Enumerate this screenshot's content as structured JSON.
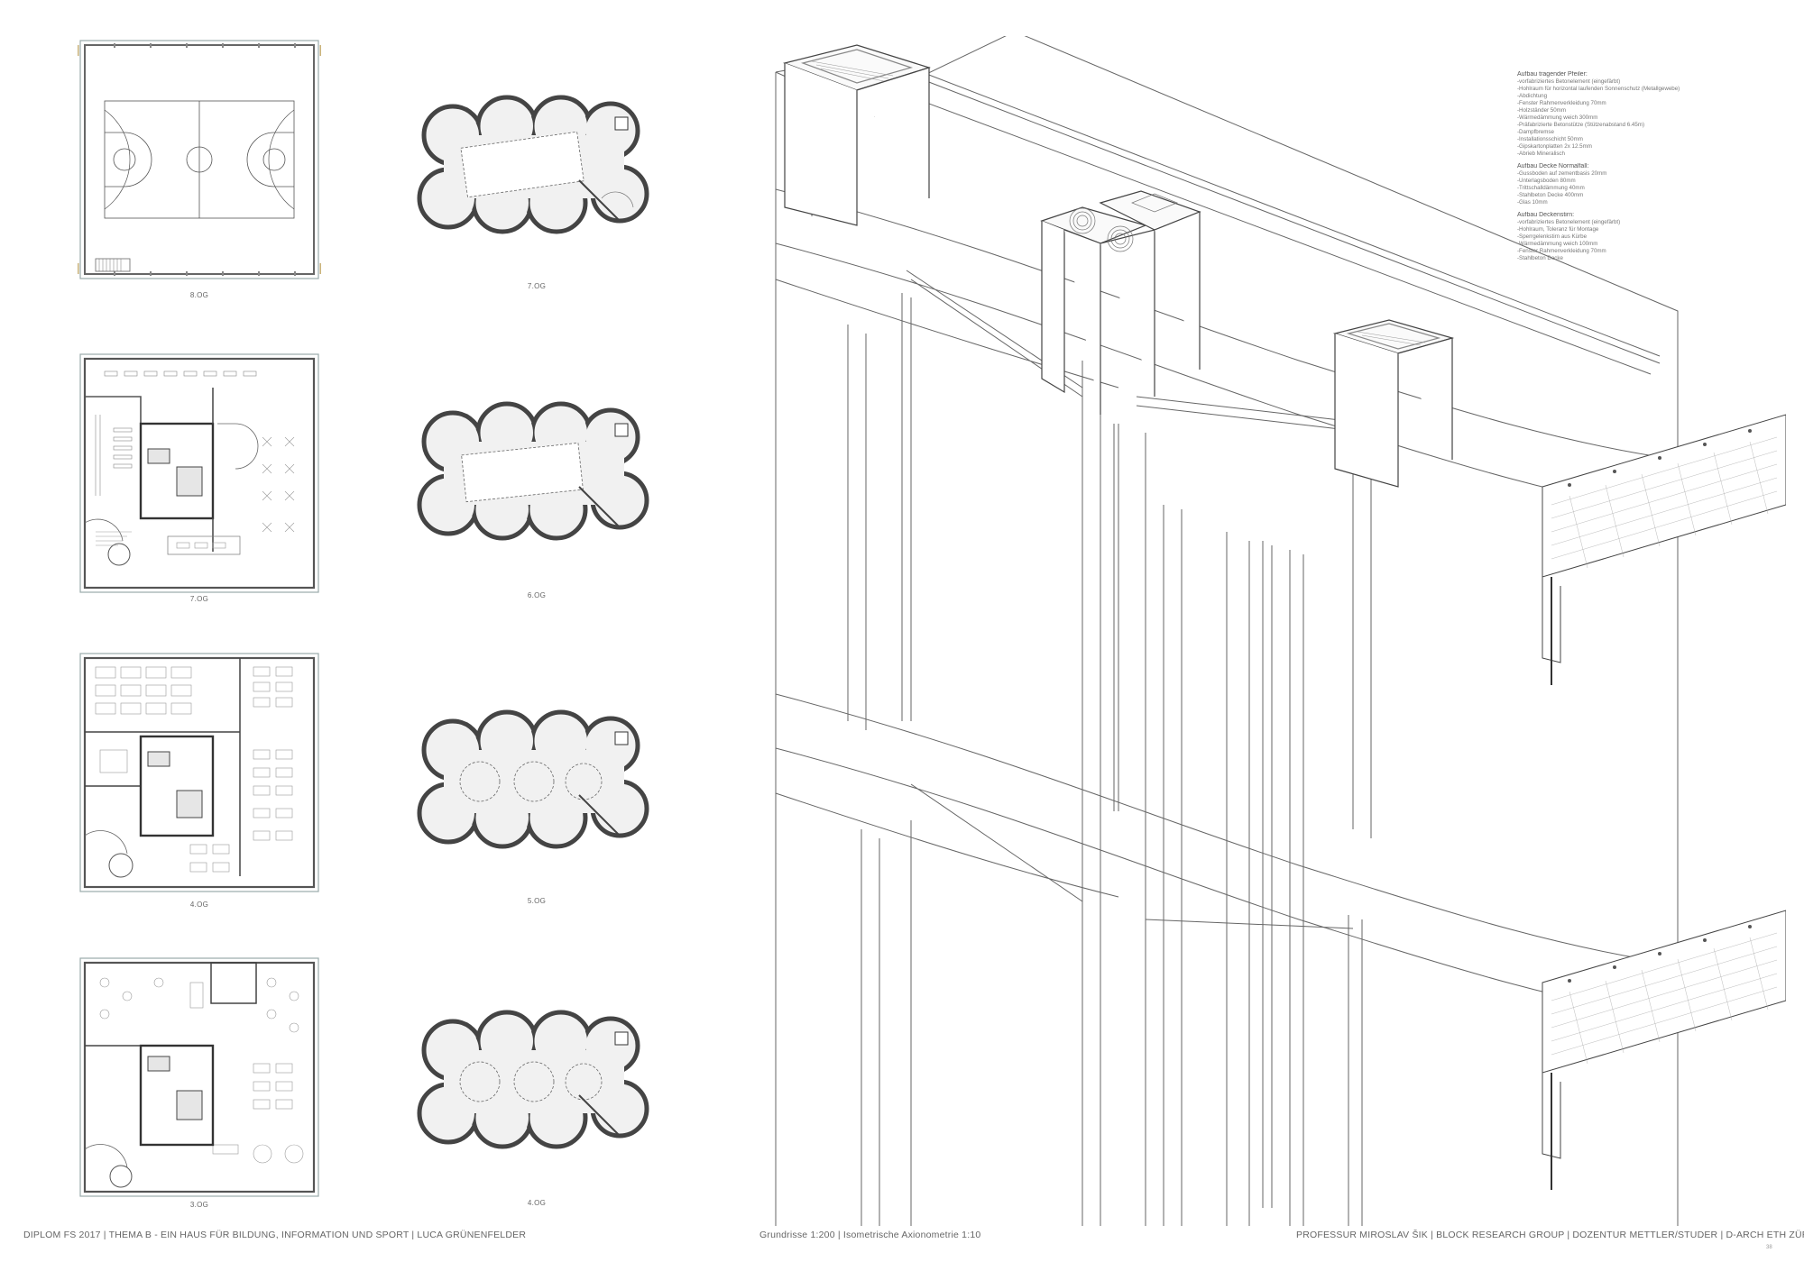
{
  "left_plans": [
    {
      "label": "8.OG",
      "kind": "sport"
    },
    {
      "label": "7.OG",
      "kind": "library"
    },
    {
      "label": "4.OG",
      "kind": "classroom"
    },
    {
      "label": "3.OG",
      "kind": "lounge"
    }
  ],
  "middle_plans": [
    {
      "label": "7.OG",
      "variant": "void"
    },
    {
      "label": "6.OG",
      "variant": "void"
    },
    {
      "label": "5.OG",
      "variant": "open"
    },
    {
      "label": "4.OG",
      "variant": "open"
    }
  ],
  "notes": {
    "sections": [
      {
        "title": "Aufbau tragender Pfeiler:",
        "lines": [
          "-vorfabriziertes Betonelement (eingefärbt)",
          "-Hohlraum für horizontal laufenden Sonnenschutz (Metallgewebe)",
          "-Abdichtung",
          "-Fenster Rahmenverkleidung 70mm",
          "-Holzständer 50mm",
          "-Wärmedämmung weich 300mm",
          "-Präfabrizierte Betonstütze (Stützenabstand 6.45m)",
          "-Dampfbremse",
          "-Installationsschicht 50mm",
          "-Gipskartonplatten 2x 12.5mm",
          "-Abrieb Mineralisch"
        ]
      },
      {
        "title": "Aufbau Decke Normalfall:",
        "lines": [
          "-Gussboden auf zementbasis 20mm",
          "-Unterlagsboden 80mm",
          "-Trittschalldämmung 40mm",
          "-Stahlbeton Decke 400mm",
          "-Glas 10mm"
        ]
      },
      {
        "title": "Aufbau Deckenstirn:",
        "lines": [
          "-vorfabriziertes Betonelement (eingefärbt)",
          "-Hohlraum, Toleranz für Montage",
          "-Sperrgelenkstirn aus Kürbe",
          "-Wärmedämmung weich 100mm",
          "-Fenster Rahmenverkleidung 70mm",
          "-Stahlbeton Decke"
        ]
      }
    ]
  },
  "footer": {
    "left": "DIPLOM FS 2017  |  THEMA B - EIN HAUS FÜR BILDUNG, INFORMATION UND SPORT  |  LUCA GRÜNENFELDER",
    "center": "Grundrisse 1:200 | Isometrische Axionometrie 1:10",
    "right": "PROFESSUR MIROSLAV ŠIK  |  BLOCK RESEARCH GROUP  |  DOZENTUR METTLER/STUDER  |  D-ARCH ETH ZÜRICH"
  },
  "scale_label": "38"
}
